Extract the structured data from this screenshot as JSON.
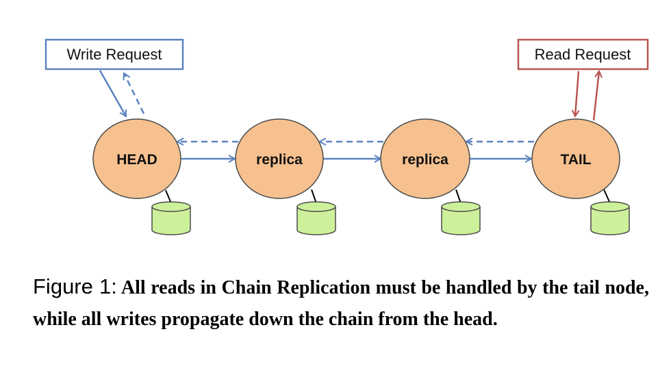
{
  "diagram": {
    "write_request": "Write Request",
    "read_request": "Read Request",
    "nodes": [
      "HEAD",
      "replica",
      "replica",
      "TAIL"
    ],
    "colors": {
      "node_fill": "#f6c18f",
      "node_stroke": "#4a4a4a",
      "disk_fill": "#cdf09a",
      "chain_arrow": "#5b82c0",
      "write_box": "#5b82c0",
      "read_box": "#b85450"
    }
  },
  "caption": {
    "label": "Figure 1:",
    "text": "All reads in Chain Replication must be handled by the tail node, while all writes propagate down the chain from the head."
  }
}
